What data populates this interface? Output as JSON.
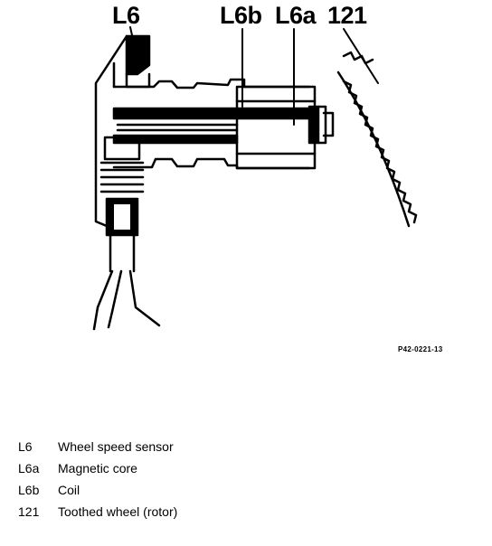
{
  "callouts": {
    "l6": "L6",
    "l6b": "L6b",
    "l6a": "L6a",
    "n121": "121"
  },
  "figure_code": "P42-0221-13",
  "legend": [
    {
      "code": "L6",
      "text": "Wheel speed sensor"
    },
    {
      "code": "L6a",
      "text": "Magnetic core"
    },
    {
      "code": "L6b",
      "text": "Coil"
    },
    {
      "code": "121",
      "text": "Toothed wheel (rotor)"
    }
  ],
  "colors": {
    "ink": "#000000",
    "paper": "#ffffff"
  }
}
